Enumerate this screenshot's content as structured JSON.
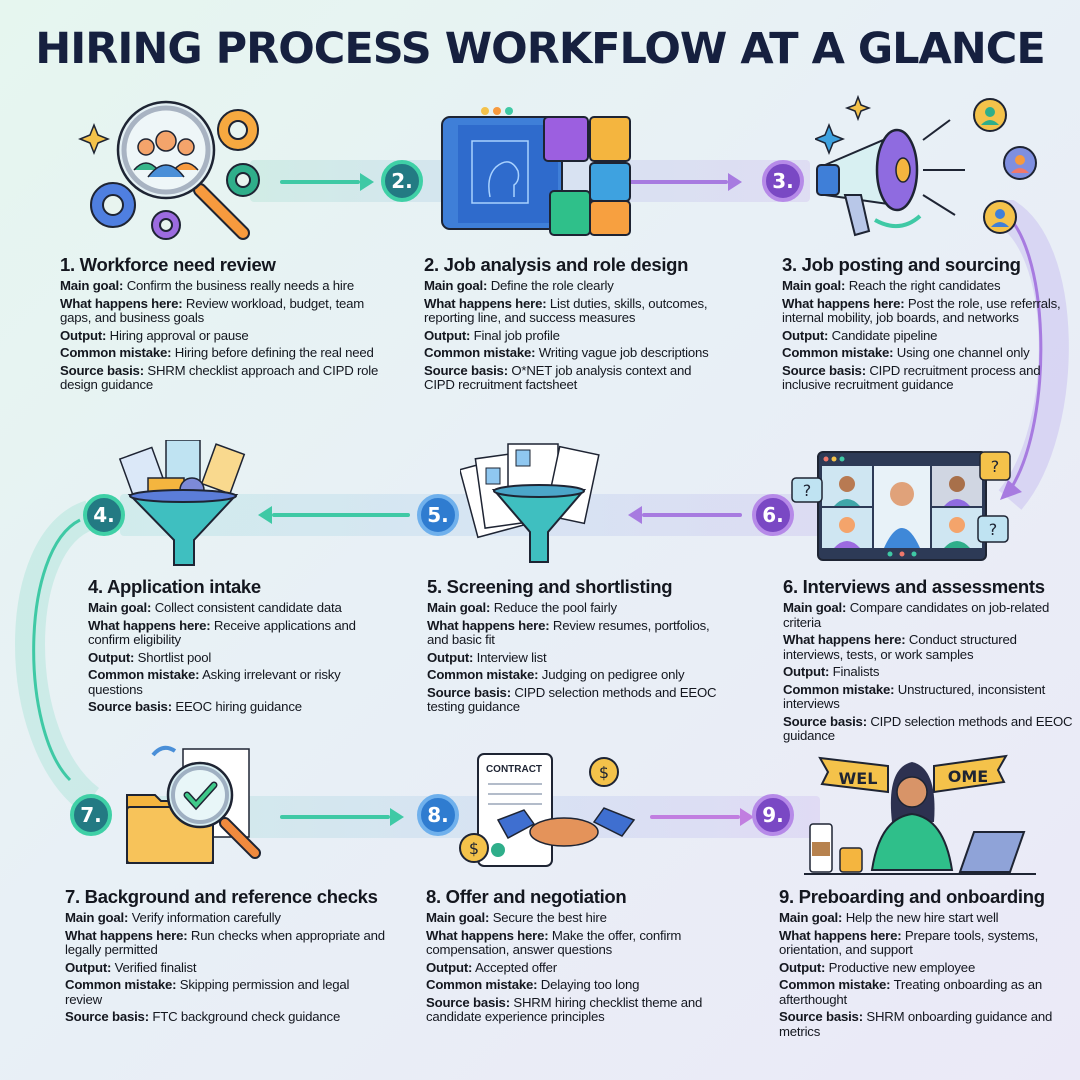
{
  "title": "HIRING PROCESS WORKFLOW AT A GLANCE",
  "labels": {
    "main_goal": "Main goal:",
    "what_happens": "What happens here:",
    "output": "Output:",
    "common_mistake": "Common mistake:",
    "source_basis": "Source basis:"
  },
  "colors": {
    "teal": "#237a83",
    "blue": "#2f7cd0",
    "purple": "#7a48c4",
    "title": "#16203f"
  },
  "badges": [
    "2.",
    "3.",
    "4.",
    "5.",
    "6.",
    "7.",
    "8.",
    "9."
  ],
  "steps": [
    {
      "title": "1. Workforce need review",
      "icon": "magnifier-people-gears-icon",
      "main_goal": "Confirm the business really needs a hire",
      "what_happens": "Review workload, budget, team gaps, and business goals",
      "output": "Hiring approval or pause",
      "common_mistake": "Hiring before defining the real need",
      "source_basis": "SHRM checklist approach and CIPD role design guidance"
    },
    {
      "title": "2. Job analysis and role design",
      "icon": "blueprint-puzzle-icon",
      "main_goal": "Define the role clearly",
      "what_happens": "List duties, skills, outcomes, reporting line, and success measures",
      "output": "Final job profile",
      "common_mistake": "Writing vague job descriptions",
      "source_basis": "O*NET job analysis context and CIPD recruitment factsheet"
    },
    {
      "title": "3. Job posting and sourcing",
      "icon": "megaphone-network-icon",
      "main_goal": "Reach the right candidates",
      "what_happens": "Post the role, use referrals, internal mobility, job boards, and networks",
      "output": "Candidate pipeline",
      "common_mistake": "Using one channel only",
      "source_basis": "CIPD recruitment process and inclusive recruitment guidance"
    },
    {
      "title": "4. Application intake",
      "icon": "funnel-documents-icon",
      "main_goal": "Collect consistent candidate data",
      "what_happens": "Receive applications and confirm eligibility",
      "output": "Shortlist pool",
      "common_mistake": "Asking irrelevant or risky questions",
      "source_basis": "EEOC hiring guidance"
    },
    {
      "title": "5. Screening and shortlisting",
      "icon": "resumes-funnel-icon",
      "main_goal": "Reduce the pool fairly",
      "what_happens": "Review resumes, portfolios, and basic fit",
      "output": "Interview list",
      "common_mistake": "Judging on pedigree only",
      "source_basis": "CIPD selection methods and EEOC testing guidance"
    },
    {
      "title": "6. Interviews and assessments",
      "icon": "video-call-icon",
      "main_goal": "Compare candidates on job-related criteria",
      "what_happens": "Conduct structured interviews, tests, or work samples",
      "output": "Finalists",
      "common_mistake": "Unstructured, inconsistent interviews",
      "source_basis": "CIPD selection methods and EEOC guidance"
    },
    {
      "title": "7. Background and reference checks",
      "icon": "folder-magnifier-check-icon",
      "main_goal": "Verify information carefully",
      "what_happens": "Run checks when appropriate and legally permitted",
      "output": "Verified finalist",
      "common_mistake": "Skipping permission and legal review",
      "source_basis": "FTC background check guidance"
    },
    {
      "title": "8. Offer and negotiation",
      "icon": "contract-handshake-icon",
      "contract_label": "CONTRACT",
      "main_goal": "Secure the best hire",
      "what_happens": "Make the offer, confirm compensation, answer questions",
      "output": "Accepted offer",
      "common_mistake": "Delaying too long",
      "source_basis": "SHRM hiring checklist theme and candidate experience principles"
    },
    {
      "title": "9. Preboarding and onboarding",
      "icon": "welcome-new-hire-icon",
      "banner_left": "WEL",
      "banner_right": "OME",
      "main_goal": "Help the new hire start well",
      "what_happens": "Prepare tools, systems, orientation, and support",
      "output": "Productive new employee",
      "common_mistake": "Treating onboarding as an afterthought",
      "source_basis": "SHRM onboarding guidance and metrics"
    }
  ]
}
